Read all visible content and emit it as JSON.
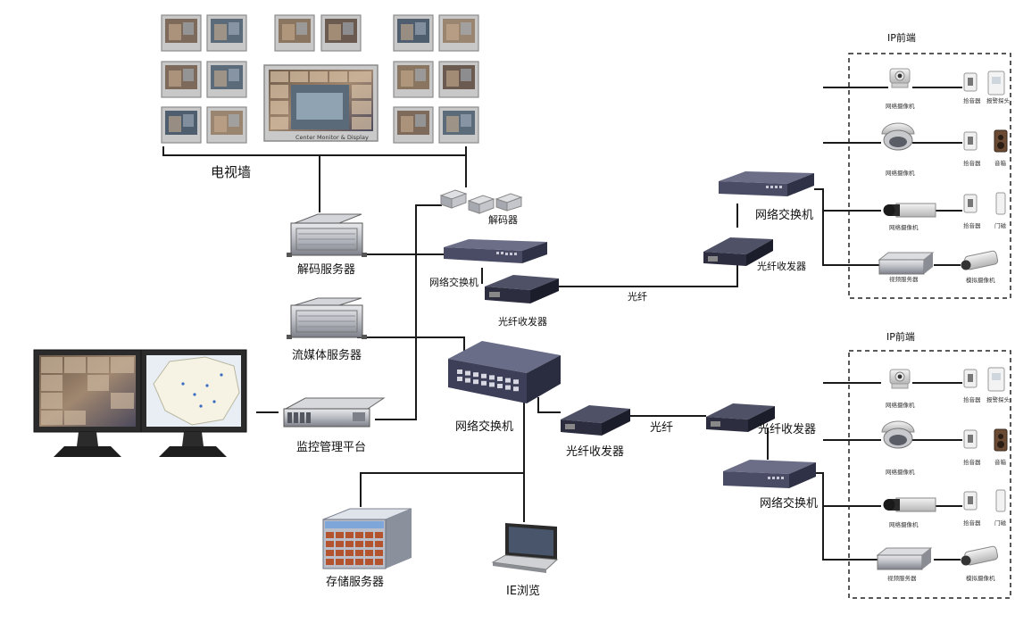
{
  "labels": {
    "tv_wall": "电视墙",
    "decoder": "解码器",
    "decode_server": "解码服务器",
    "switch": "网络交换机",
    "fiber_transceiver": "光纤收发器",
    "fiber": "光纤",
    "streaming_server": "流媒体服务器",
    "monitor_platform": "监控管理平台",
    "storage_server": "存储服务器",
    "ie_browse": "IE浏览",
    "ip_front_end": "IP前端",
    "center_monitor": "Center Monitor & Display"
  },
  "front_end_labels": {
    "network_camera": "网络摄像机",
    "sensor": "拾音器",
    "alarm_probe": "报警探头",
    "speaker": "音箱",
    "door_magnet": "门磁",
    "video_server": "视频服务器",
    "analog_camera": "模拟摄像机"
  },
  "colors": {
    "line": "#1a1a1a",
    "device_dark": "#3d3f58",
    "device_mid": "#6b6d86",
    "rack_gray": "#9a9ca3",
    "screen_frame": "#8b8b8b"
  }
}
